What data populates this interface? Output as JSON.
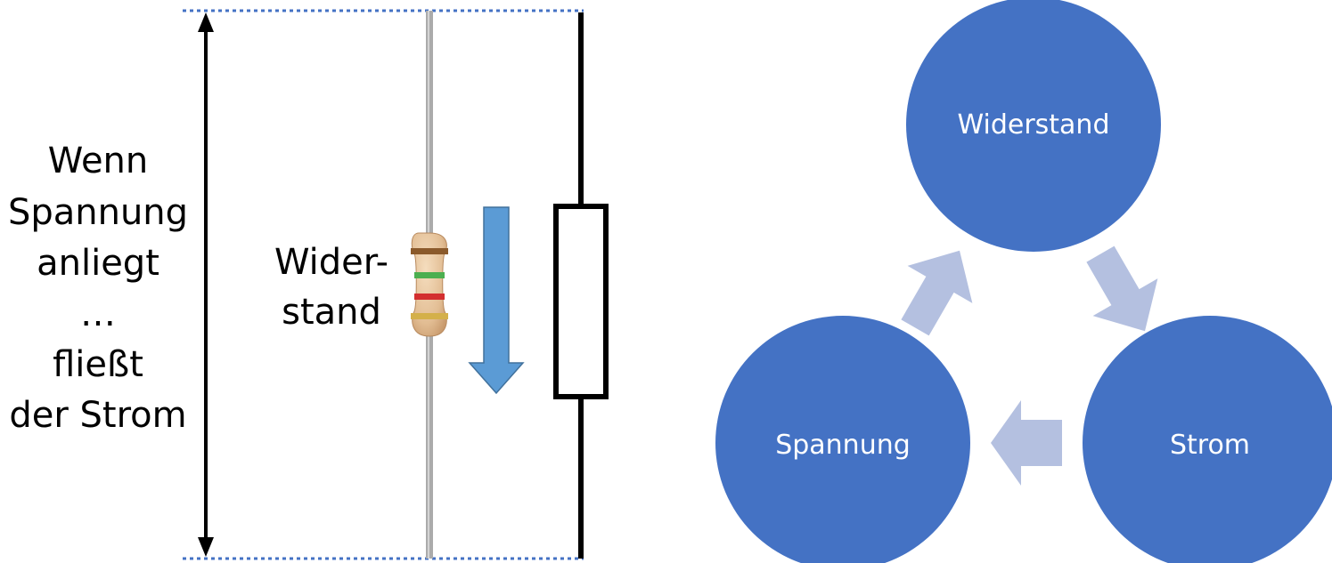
{
  "left_text": [
    "Wenn",
    "Spannung",
    "anliegt",
    "…",
    "fließt",
    "der Strom"
  ],
  "resistor_label": [
    "Wider-",
    "stand"
  ],
  "cycle": {
    "top": "Widerstand",
    "right": "Strom",
    "left": "Spannung"
  },
  "colors": {
    "circle": "#4472C4",
    "cycle_arrow": "#B4C0E0",
    "current_arrow": "#5B9BD5",
    "dotted_line": "#4472C4",
    "wire": "#ABABAB",
    "band_brown": "#8B5A2B",
    "band_green": "#4CAF50",
    "band_red": "#D32F2F",
    "band_gold": "#D4B04A",
    "resistor_body": "#E8C9A2"
  }
}
